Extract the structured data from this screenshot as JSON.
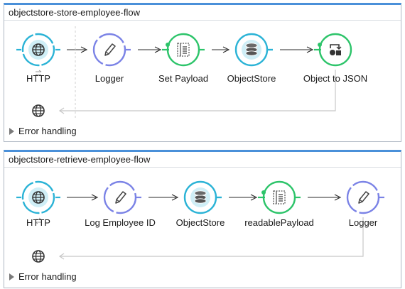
{
  "flows": [
    {
      "title": "objectstore-store-employee-flow",
      "nodes": [
        {
          "label": "HTTP",
          "kind": "http",
          "icon": "globe-icon"
        },
        {
          "label": "Logger",
          "kind": "logger",
          "icon": "pencil-icon"
        },
        {
          "label": "Set Payload",
          "kind": "payload",
          "icon": "list-doc-icon"
        },
        {
          "label": "ObjectStore",
          "kind": "store",
          "icon": "database-icon"
        },
        {
          "label": "Object to JSON",
          "kind": "transform",
          "icon": "transform-icon"
        }
      ],
      "error_handling": "Error handling"
    },
    {
      "title": "objectstore-retrieve-employee-flow",
      "nodes": [
        {
          "label": "HTTP",
          "kind": "http",
          "icon": "globe-icon"
        },
        {
          "label": "Log Employee ID",
          "kind": "logger",
          "icon": "pencil-icon"
        },
        {
          "label": "ObjectStore",
          "kind": "store",
          "icon": "database-icon"
        },
        {
          "label": "readablePayload",
          "kind": "payload",
          "icon": "list-doc-icon"
        },
        {
          "label": "Logger",
          "kind": "logger",
          "icon": "pencil-icon"
        }
      ],
      "error_handling": "Error handling"
    }
  ],
  "colors": {
    "http": "#2bb3d6",
    "logger": "#7b83e6",
    "payload": "#2dc46a",
    "store": "#2bb3d6",
    "transform": "#2dc46a",
    "arrow": "#2a2a2a",
    "return_line": "#c7c7c7",
    "header_accent": "#4a90d9"
  }
}
